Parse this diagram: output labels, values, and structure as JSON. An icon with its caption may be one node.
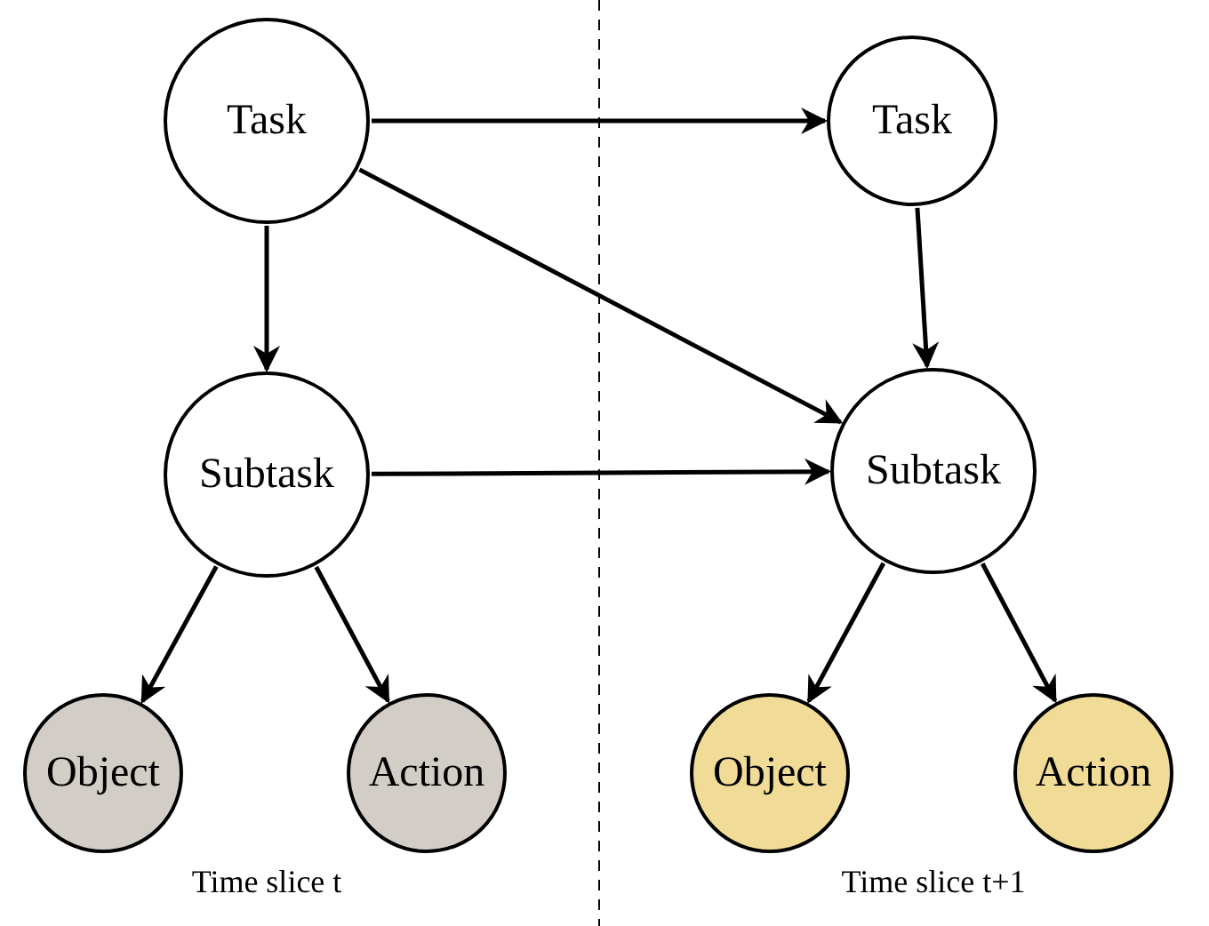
{
  "diagram": {
    "nodes": [
      {
        "text": [
          "Task"
        ]
      },
      {
        "text": [
          "Task"
        ]
      },
      {
        "text": [
          "Subtask"
        ]
      },
      {
        "text": [
          "Subtask"
        ]
      },
      {
        "text": [
          "Object"
        ]
      },
      {
        "text": [
          "Action"
        ]
      },
      {
        "text": [
          "Object"
        ]
      },
      {
        "text": [
          "Action"
        ]
      }
    ],
    "edges": [
      {
        "from": 0,
        "to": 1,
        "arrow": "to"
      },
      {
        "from": 0,
        "to": 3,
        "arrow": "to"
      },
      {
        "from": 0,
        "to": 2,
        "arrow": "to"
      },
      {
        "from": 1,
        "to": 3,
        "arrow": "to"
      },
      {
        "from": 2,
        "to": 3,
        "arrow": "to"
      },
      {
        "from": 2,
        "to": 4,
        "arrow": "to"
      },
      {
        "from": 2,
        "to": 5,
        "arrow": "to"
      },
      {
        "from": 3,
        "to": 6,
        "arrow": "to"
      },
      {
        "from": 3,
        "to": 7,
        "arrow": "to"
      }
    ],
    "labels": [
      "Time slice t",
      "Time slice t+1"
    ]
  }
}
